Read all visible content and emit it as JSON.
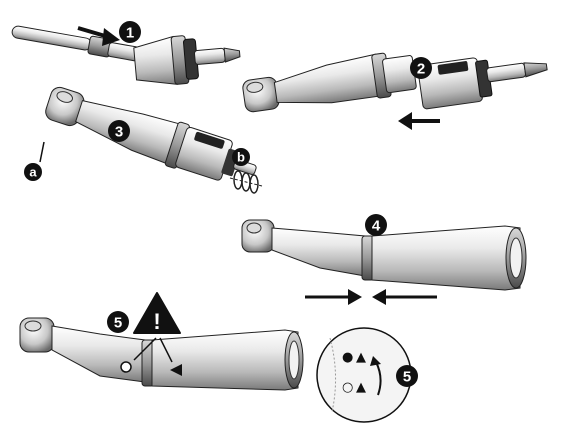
{
  "steps": {
    "s1": "1",
    "s2": "2",
    "s3": "3",
    "s4": "4",
    "s5a": "5",
    "s5b": "5"
  },
  "labels": {
    "a": "a",
    "b": "b",
    "warning": "!"
  },
  "icons": {
    "filled_circle": "●",
    "filled_triangle": "▲",
    "open_circle": "○"
  },
  "colors": {
    "body_light": "#e6e6e6",
    "body_mid": "#bdbdbd",
    "body_dark": "#6e6e6e",
    "outline": "#1a1a1a",
    "badge": "#111111"
  }
}
